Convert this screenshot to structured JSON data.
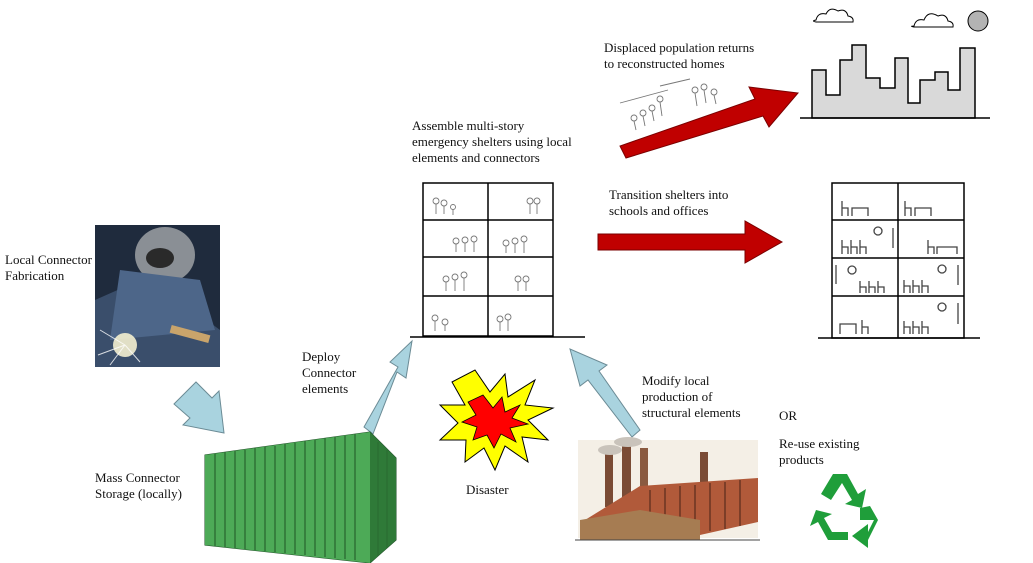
{
  "labels": {
    "local_fabrication": "Local Connector\nFabrication",
    "mass_storage": "Mass Connector\nStorage (locally)",
    "deploy": "Deploy\nConnector\nelements",
    "assemble": "Assemble multi-story\nemergency shelters using local\nelements and connectors",
    "displaced": "Displaced population returns\nto reconstructed homes",
    "transition": "Transition shelters into\nschools and offices",
    "disaster": "Disaster",
    "modify": "Modify local\nproduction of\nstructural elements",
    "or": "OR",
    "reuse": "Re-use existing\nproducts"
  },
  "icons": {
    "welder": "welder-photo-icon",
    "container": "shipping-container-icon",
    "shelter": "multi-story-shelter-icon",
    "city": "city-skyline-icon",
    "school": "school-office-building-icon",
    "explosion": "disaster-explosion-icon",
    "factory": "factory-icon",
    "recycle": "recycle-icon"
  },
  "colors": {
    "light_arrow": "#a9d3df",
    "red_arrow": "#c00000",
    "container_green": "#3f9a4a",
    "recycle_green": "#1f9e3a",
    "skyline_fill": "#d9d9d9",
    "explosion_outer": "#ffff00",
    "explosion_inner": "#ff0000"
  }
}
